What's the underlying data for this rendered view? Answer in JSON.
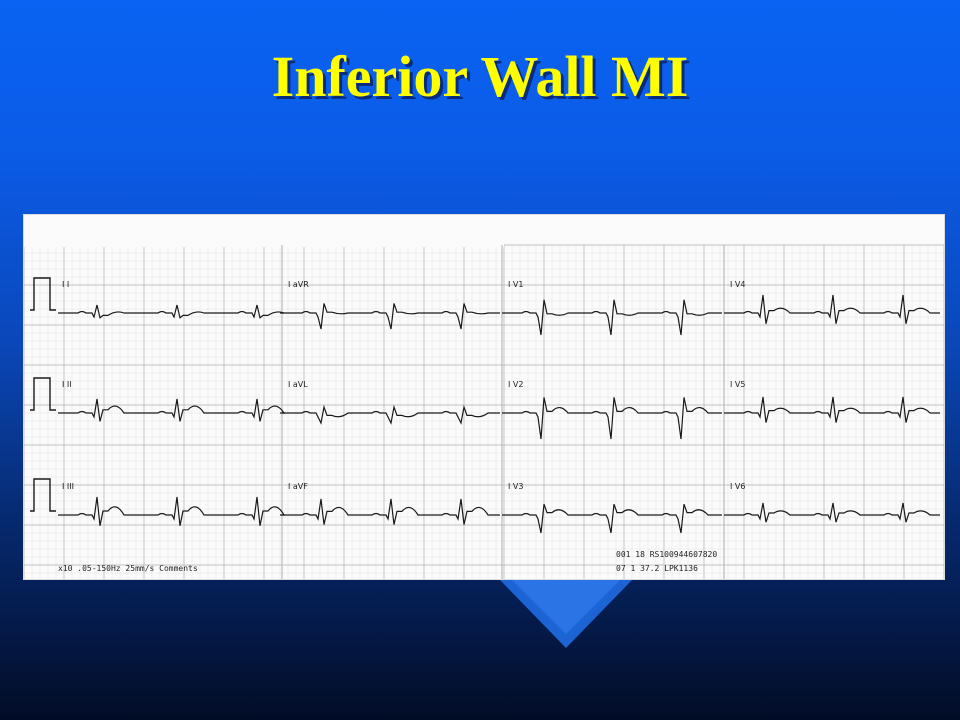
{
  "slide": {
    "title": "Inferior Wall MI"
  },
  "ecg": {
    "leads": [
      {
        "label": "I",
        "row": 0,
        "col": 0
      },
      {
        "label": "aVR",
        "row": 0,
        "col": 1
      },
      {
        "label": "V1",
        "row": 0,
        "col": 2
      },
      {
        "label": "V4",
        "row": 0,
        "col": 3
      },
      {
        "label": "II",
        "row": 1,
        "col": 0
      },
      {
        "label": "aVL",
        "row": 1,
        "col": 1
      },
      {
        "label": "V2",
        "row": 1,
        "col": 2
      },
      {
        "label": "V5",
        "row": 1,
        "col": 3
      },
      {
        "label": "III",
        "row": 2,
        "col": 0
      },
      {
        "label": "aVF",
        "row": 2,
        "col": 1
      },
      {
        "label": "V3",
        "row": 2,
        "col": 2
      },
      {
        "label": "V6",
        "row": 2,
        "col": 3
      }
    ],
    "footer_left": "x10  .05-150Hz  25mm/s  Comments",
    "footer_right_1": "001 18  RS100944607820",
    "footer_right_2": "07 1 37.2  LPK1136"
  },
  "colors": {
    "title": "#ffff00",
    "grid": "#b9b9b9",
    "trace": "#1a1a1a"
  }
}
